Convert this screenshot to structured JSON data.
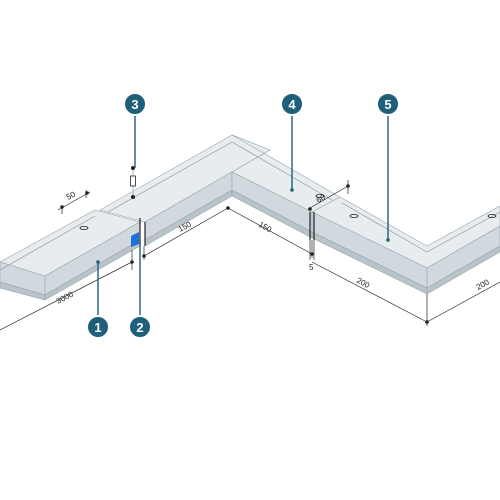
{
  "colors": {
    "callout_fill": "#1f5f7a",
    "callout_stroke": "#ffffff",
    "callout_text": "#ffffff",
    "channel_top": "#e7ecef",
    "channel_side": "#d1d9de",
    "channel_dark": "#b8c3ca",
    "line": "#222222",
    "connector_blue": "#1e6fd9"
  },
  "dimensions": {
    "d_3000": "3000",
    "d_50": "50",
    "d_150_left": "150",
    "d_150_right": "150",
    "d_60": "60",
    "d_5": "5",
    "d_200_left": "200",
    "d_200_right": "200"
  },
  "callouts": [
    "1",
    "2",
    "3",
    "4",
    "5"
  ]
}
